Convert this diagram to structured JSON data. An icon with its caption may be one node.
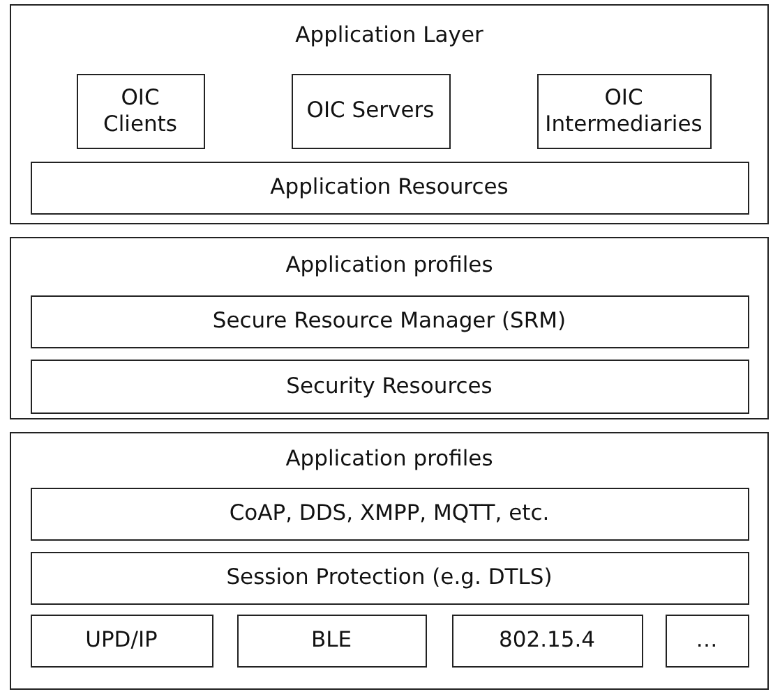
{
  "diagram": {
    "nodes": [
      {
        "text": [
          "Application Layer"
        ]
      },
      {
        "text": [
          "OIC Clients"
        ],
        "in": 0
      },
      {
        "text": [
          "OIC Servers"
        ],
        "in": 0
      },
      {
        "text": [
          "OIC Intermediaries"
        ],
        "in": 0
      },
      {
        "text": [
          "Application Resources"
        ],
        "in": 0
      },
      {
        "text": [
          "Application profiles"
        ]
      },
      {
        "text": [
          "Secure Resource Manager (SRM)"
        ],
        "in": 5
      },
      {
        "text": [
          "Security Resources"
        ],
        "in": 5
      },
      {
        "text": [
          "Application profiles"
        ]
      },
      {
        "text": [
          "CoAP, DDS, XMPP, MQTT, etc."
        ],
        "in": 8
      },
      {
        "text": [
          "Session Protection (e.g. DTLS)"
        ],
        "in": 8
      },
      {
        "text": [
          "UPD/IP"
        ],
        "in": 8
      },
      {
        "text": [
          "BLE"
        ],
        "in": 8
      },
      {
        "text": [
          "802.15.4"
        ],
        "in": 8
      },
      {
        "text": [
          "…"
        ],
        "in": 8
      }
    ]
  }
}
